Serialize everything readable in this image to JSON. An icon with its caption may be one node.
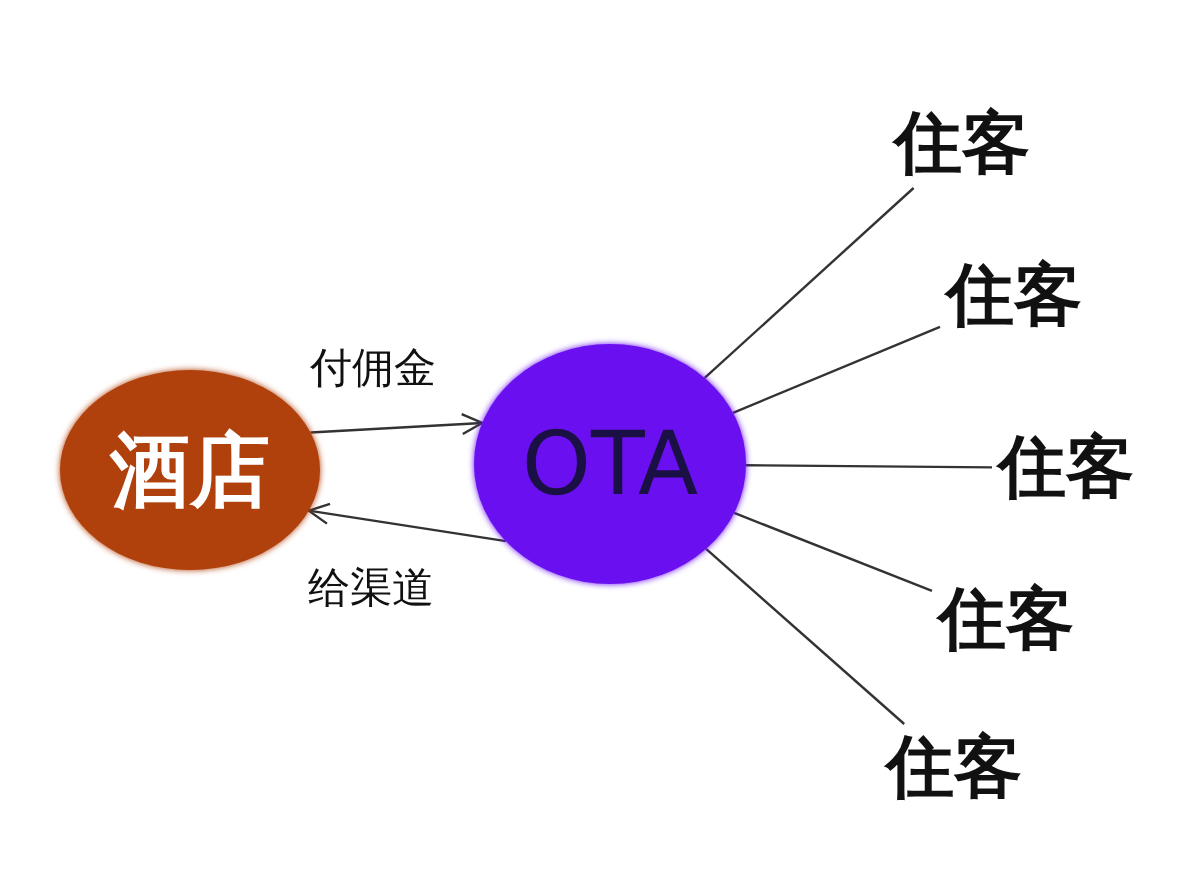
{
  "diagram": {
    "nodes": [
      {
        "text": [
          "酒店"
        ]
      },
      {
        "text": [
          "OTA"
        ]
      },
      {
        "text": [
          "住客"
        ]
      },
      {
        "text": [
          "住客"
        ]
      },
      {
        "text": [
          "住客"
        ]
      },
      {
        "text": [
          "住客"
        ]
      },
      {
        "text": [
          "住客"
        ]
      }
    ],
    "edges": [
      {
        "from": 0,
        "to": 1,
        "arrow": "to",
        "label": "付佣金"
      },
      {
        "from": 1,
        "to": 0,
        "arrow": "to",
        "label": "给渠道"
      },
      {
        "from": 1,
        "to": 2,
        "arrow": "none"
      },
      {
        "from": 1,
        "to": 3,
        "arrow": "none"
      },
      {
        "from": 1,
        "to": 4,
        "arrow": "none"
      },
      {
        "from": 1,
        "to": 5,
        "arrow": "none"
      },
      {
        "from": 1,
        "to": 6,
        "arrow": "none"
      }
    ]
  }
}
